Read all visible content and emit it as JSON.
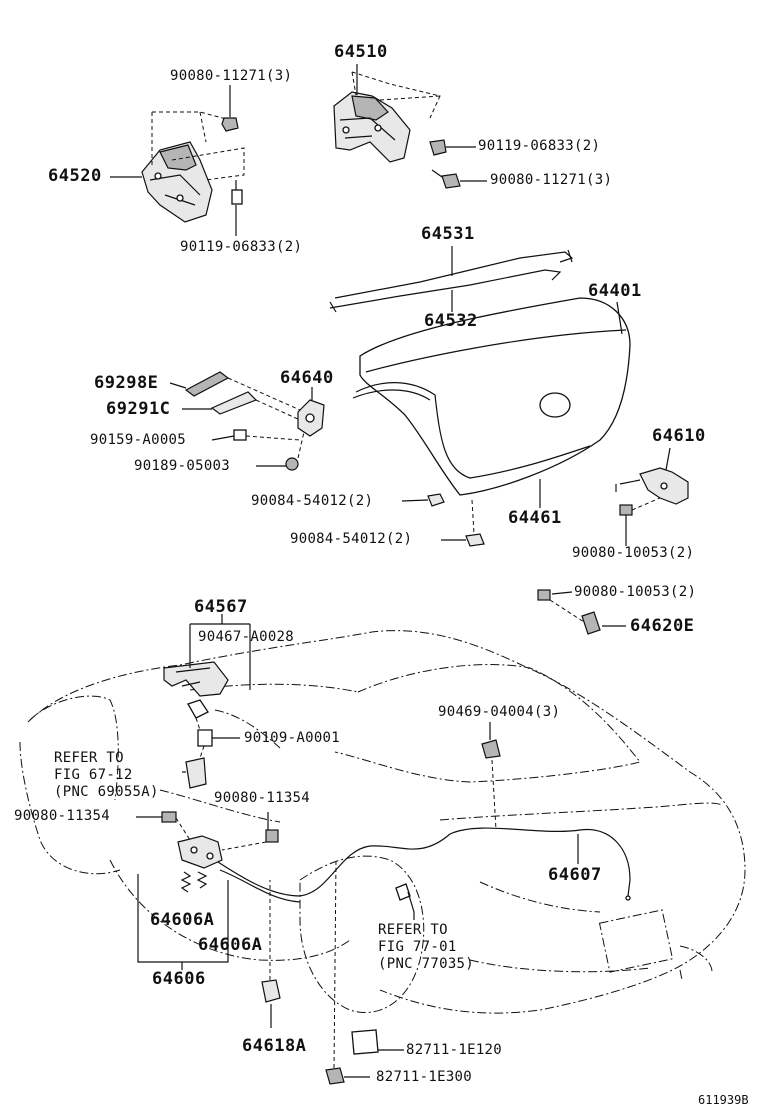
{
  "labels": {
    "l64510": "64510",
    "l90080_11271_a": "90080-11271(3)",
    "l64520": "64520",
    "l90119_06833_a": "90119-06833(2)",
    "l90119_06833_b": "90119-06833(2)",
    "l90080_11271_b": "90080-11271(3)",
    "l64531": "64531",
    "l64532": "64532",
    "l64401": "64401",
    "l69298E": "69298E",
    "l69291C": "69291C",
    "l64640": "64640",
    "l90159_A0005": "90159-A0005",
    "l90189_05003": "90189-05003",
    "l64610": "64610",
    "l90084_54012_a": "90084-54012(2)",
    "l64461": "64461",
    "l90084_54012_b": "90084-54012(2)",
    "l90080_10053_a": "90080-10053(2)",
    "l90080_10053_b": "90080-10053(2)",
    "l64620E": "64620E",
    "l64567": "64567",
    "l90467_A0028": "90467-A0028",
    "l90469_04004": "90469-04004(3)",
    "l90109_A0001": "90109-A0001",
    "l_refer1_a": "REFER TO",
    "l_refer1_b": "FIG 67-12",
    "l_refer1_c": "(PNC 69055A)",
    "l90080_11354_a": "90080-11354",
    "l90080_11354_b": "90080-11354",
    "l64607": "64607",
    "l64606A_a": "64606A",
    "l64606A_b": "64606A",
    "l64606": "64606",
    "l_refer2_a": "REFER TO",
    "l_refer2_b": "FIG 77-01",
    "l_refer2_c": "(PNC 77035)",
    "l64618A": "64618A",
    "l82711_1E120": "82711-1E120",
    "l82711_1E300": "82711-1E300",
    "l611939B": "611939B"
  }
}
